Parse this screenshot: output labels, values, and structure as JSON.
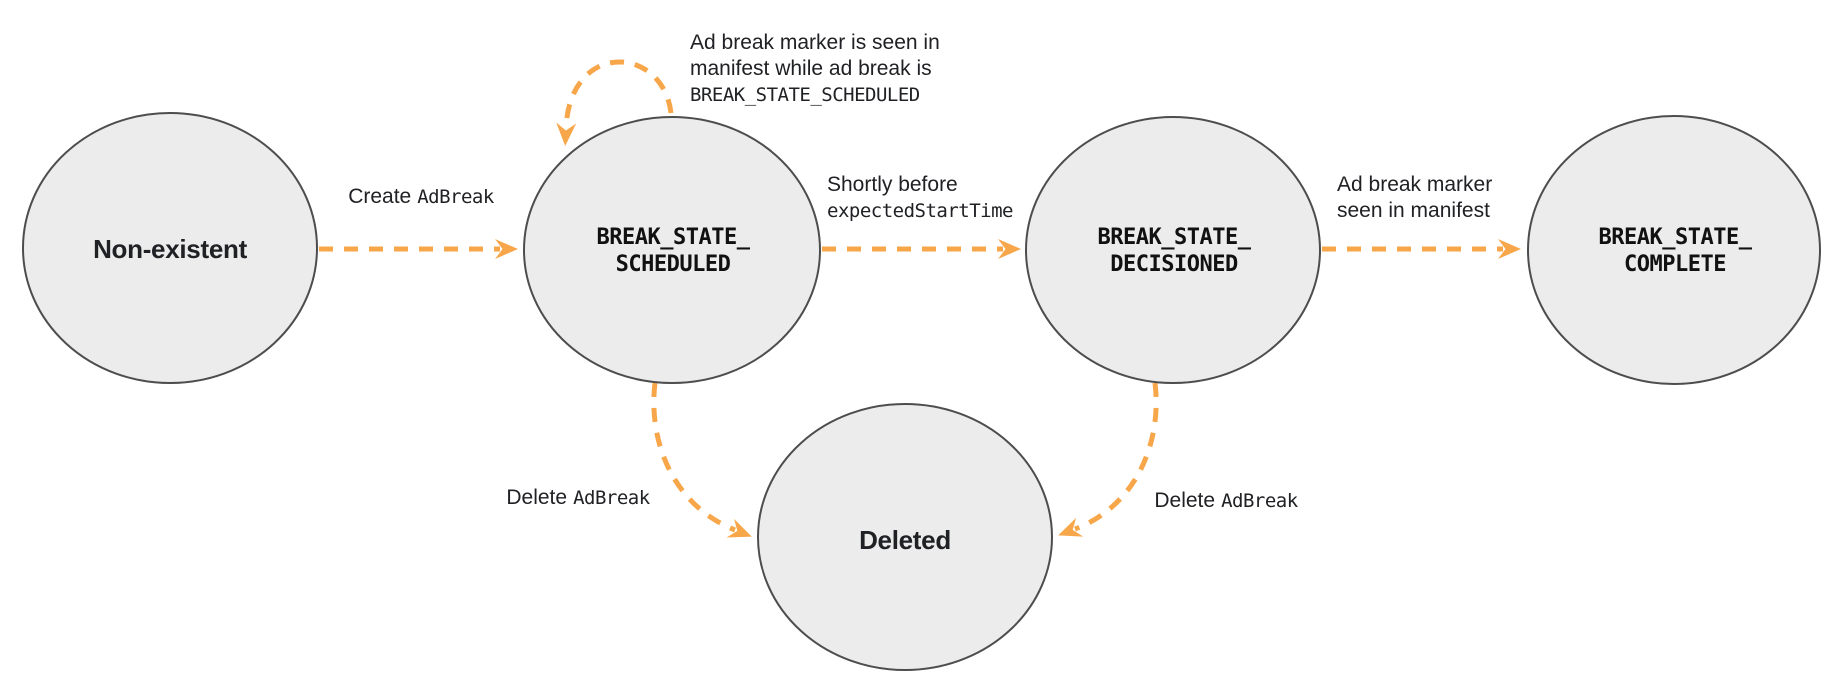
{
  "colors": {
    "background": "#ffffff",
    "node_fill": "#ececec",
    "node_stroke": "#4d4d4d",
    "arrow": "#f7a64a",
    "text": "#202124"
  },
  "nodes": {
    "non_existent": {
      "label": "Non-existent"
    },
    "scheduled": {
      "line1": "BREAK_STATE_",
      "line2": "SCHEDULED"
    },
    "decisioned": {
      "line1": "BREAK_STATE_",
      "line2": "DECISIONED"
    },
    "complete": {
      "line1": "BREAK_STATE_",
      "line2": "COMPLETE"
    },
    "deleted": {
      "label": "Deleted"
    }
  },
  "edges": {
    "create": {
      "text": "Create",
      "code": "AdBreak"
    },
    "self_loop": {
      "line1": "Ad break marker is seen in",
      "line2": "manifest while ad break is",
      "code": "BREAK_STATE_SCHEDULED"
    },
    "before_start": {
      "text": "Shortly before",
      "code": "expectedStartTime"
    },
    "marker_seen": {
      "line1": "Ad break marker",
      "line2": "seen in manifest"
    },
    "delete_from_scheduled": {
      "text": "Delete",
      "code": "AdBreak"
    },
    "delete_from_decisioned": {
      "text": "Delete",
      "code": "AdBreak"
    }
  }
}
